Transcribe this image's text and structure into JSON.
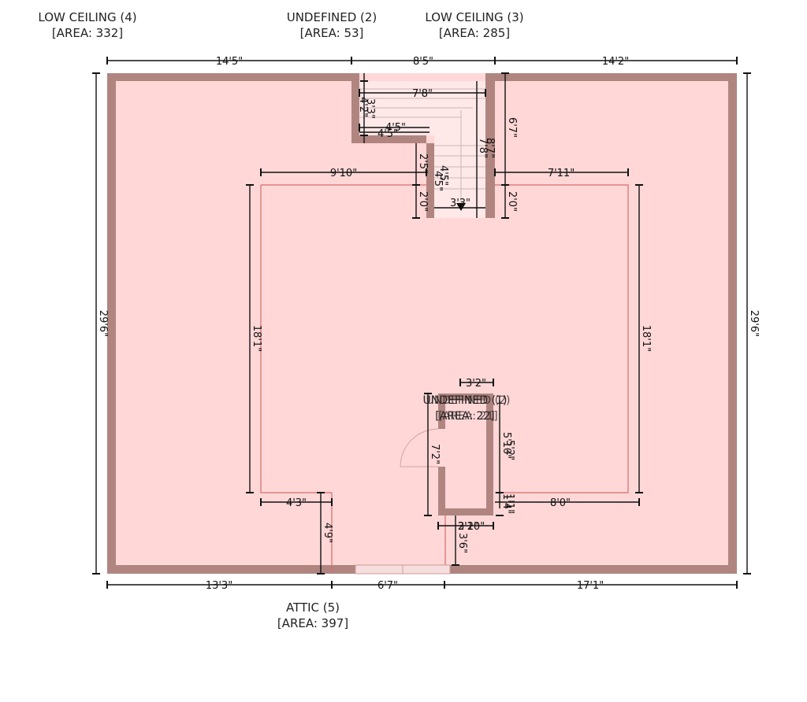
{
  "rooms": {
    "low_ceiling_4": {
      "name": "LOW CEILING (4)",
      "area": "[AREA: 332]"
    },
    "undefined_2": {
      "name": "UNDEFINED (2)",
      "area": "[AREA: 53]"
    },
    "low_ceiling_3": {
      "name": "LOW CEILING (3)",
      "area": "[AREA: 285]"
    },
    "attic_5": {
      "name": "ATTIC (5)",
      "area": "[AREA: 397]"
    },
    "undefined_center_a": {
      "name": "UNDEFINED (1)",
      "area": "[AREA: 22]"
    },
    "undefined_center_b": {
      "name": "UNDEFINED (2)",
      "area": "[AREA: 21]"
    }
  },
  "dims": {
    "top_left": "14'5\"",
    "top_mid": "8'5\"",
    "top_right": "14'2\"",
    "bottom_left": "13'3\"",
    "bottom_mid": "6'7\"",
    "bottom_right": "17'1\"",
    "left_height": "29'6\"",
    "right_height": "29'6\"",
    "inner_left_h": "18'1\"",
    "inner_right_h": "18'1\"",
    "inner_top_left": "9'10\"",
    "inner_top_right": "7'11\"",
    "stair_top": "7'8\"",
    "stair_a": "4'5\"",
    "stair_b": "4'5\"",
    "stair_v1": "3'3\"",
    "stair_v2": "4'2\"",
    "stair_v3": "2'5\"",
    "stair_v4": "4'5\"",
    "stair_v5": "2'0\"",
    "stair_v6": "2'0\"",
    "stair_v7": "6'7\"",
    "stair_v8": "7'8\"",
    "stair_v9": "8'7\"",
    "stair_small": "3'3\"",
    "stair_small2": "4'5\"",
    "closet_top": "3'2\"",
    "closet_left": "7'2\"",
    "closet_right": "5'10\"",
    "closet_right2": "5'2\"",
    "closet_bottom": "3'2\"",
    "closet_bottom2": "2'10\"",
    "closet_small": "1'4\"",
    "closet_small2": "1'1\"",
    "bottom_inner_left": "4'3\"",
    "bottom_inner_v": "4'9\"",
    "bottom_inner_right": "8'0\"",
    "bottom_door_v": "3'6\""
  }
}
